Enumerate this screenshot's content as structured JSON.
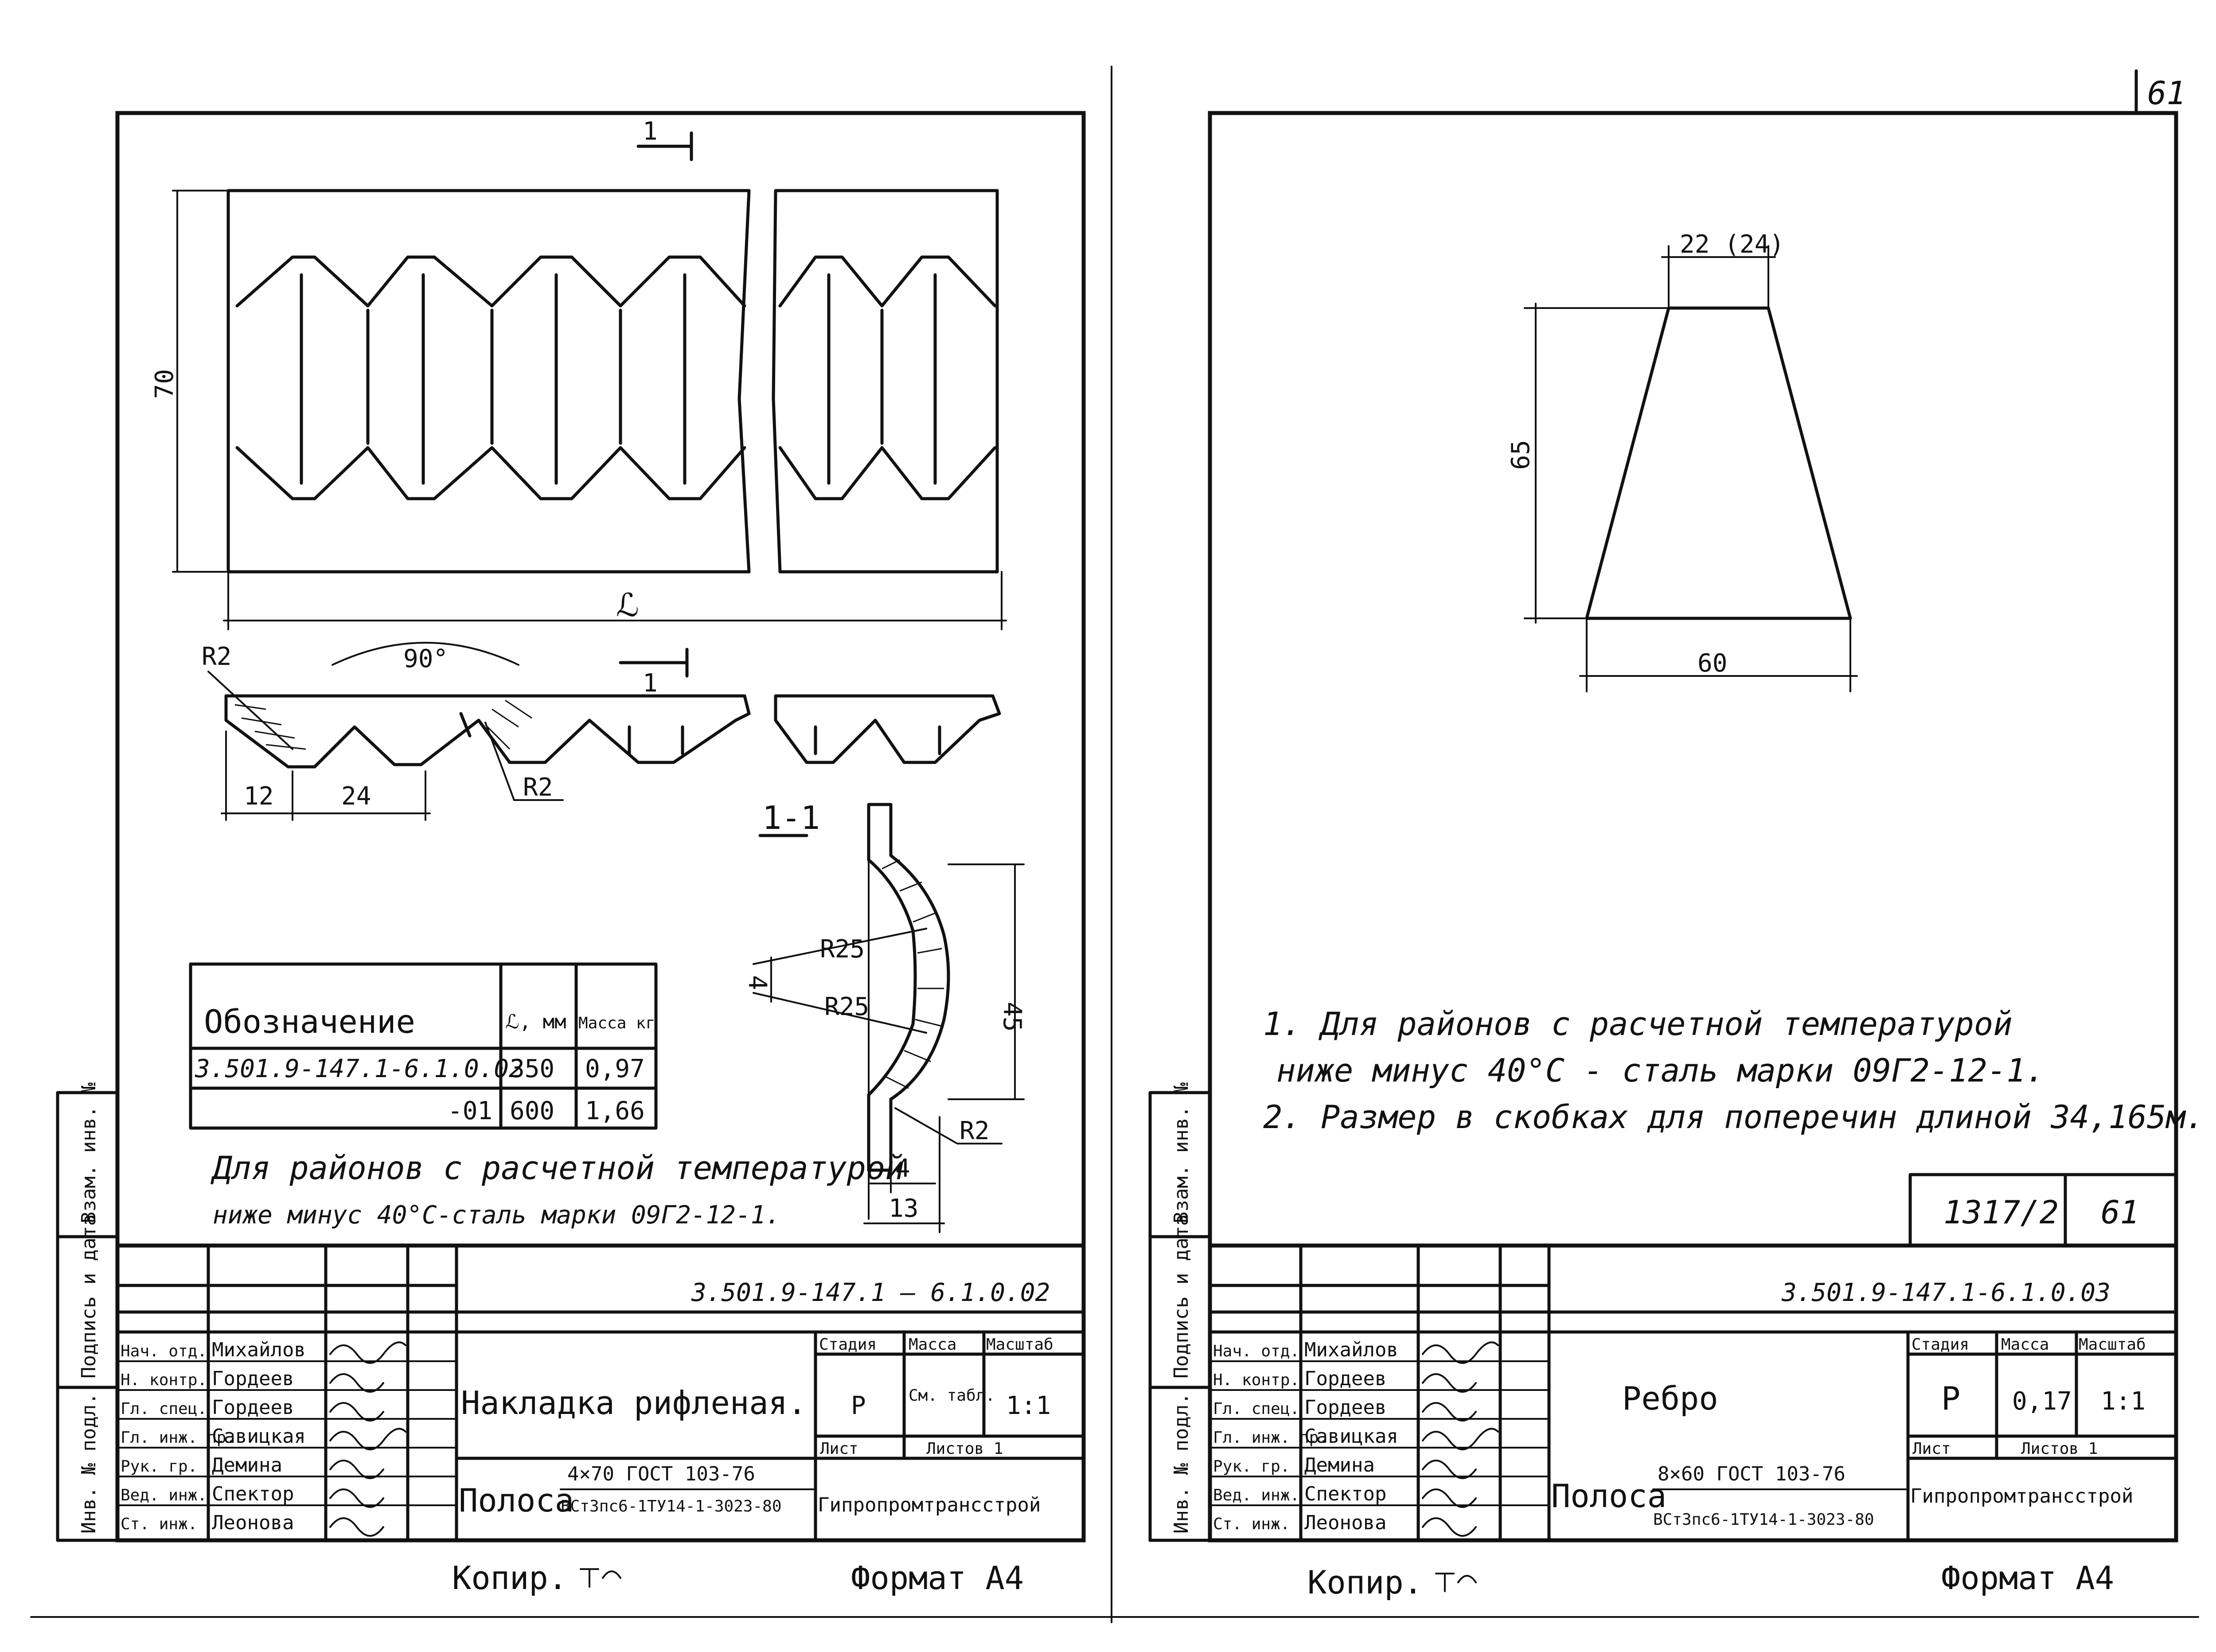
{
  "corner_page": "61",
  "left": {
    "top_section_marker": "1",
    "height_dim": "70",
    "length_dim": "ℒ",
    "angle": "90°",
    "radius_top_left": "R2",
    "radius_mid": "R2",
    "section_marker": "1",
    "dim_12": "12",
    "dim_24": "24",
    "section_title": "1-1",
    "r25_top": "R25",
    "r25_bottom": "R25",
    "dim_4_left": "4",
    "dim_45": "45",
    "r2_bottom": "R2",
    "dim_4": "4",
    "dim_13": "13",
    "spec_table": {
      "headers": [
        "Обозначение",
        "ℒ, мм",
        "Масса кг"
      ],
      "rows": [
        [
          "3.501.9-147.1-6.1.0.02",
          "350",
          "0,97"
        ],
        [
          "-01",
          "600",
          "1,66"
        ]
      ]
    },
    "note_line1": "Для районов с расчетной температурой",
    "note_line2": "ниже минус 40°С-сталь марки 09Г2-12-1.",
    "title_block": {
      "code": "3.501.9-147.1 — 6.1.0.02",
      "name": "Накладка рифленая.",
      "stage_header": "Стадия",
      "mass_header": "Масса",
      "scale_header": "Масштаб",
      "stage": "Р",
      "mass": "См. табл.",
      "scale": "1:1",
      "sheet_label": "Лист",
      "sheets_label": "Листов 1",
      "material_word": "Полоса",
      "material_top": "4×70 ГОСТ 103-76",
      "material_bottom": "ВСт3пс6-1ТУ14-1-3023-80",
      "org": "Гипропромтрансстрой",
      "roles": [
        "Нач. отд.",
        "Н. контр.",
        "Гл. спец.",
        "Гл. инж. пр.",
        "Рук. гр.",
        "Вед. инж.",
        "Ст. инж."
      ],
      "people": [
        "Михайлов",
        "Гордеев",
        "Гордеев",
        "Савицкая",
        "Демина",
        "Спектор",
        "Леонова"
      ]
    },
    "side_labels": [
      "Взам. инв. №",
      "Подпись и дата",
      "Инв. № подл."
    ],
    "copied": "Копир.",
    "format": "Формат А4"
  },
  "right": {
    "top_dim": "22 (24)",
    "height_dim": "65",
    "bottom_dim": "60",
    "note1": "1. Для районов с расчетной температурой",
    "note1b": "ниже минус 40°С - сталь марки 09Г2-12-1.",
    "note2": "2. Размер в скобках для поперечин длиной 34,165м.",
    "ref_num": "1317/2",
    "ref_sheet": "61",
    "title_block": {
      "code": "3.501.9-147.1-6.1.0.03",
      "name": "Ребро",
      "stage_header": "Стадия",
      "mass_header": "Масса",
      "scale_header": "Масштаб",
      "stage": "Р",
      "mass": "0,17",
      "scale": "1:1",
      "sheet_label": "Лист",
      "sheets_label": "Листов 1",
      "material_word": "Полоса",
      "material_top": "8×60 ГОСТ 103-76",
      "material_bottom": "ВСт3пс6-1ТУ14-1-3023-80",
      "org": "Гипропромтрансстрой",
      "roles": [
        "Нач. отд.",
        "Н. контр.",
        "Гл. спец.",
        "Гл. инж. пр.",
        "Рук. гр.",
        "Вед. инж.",
        "Ст. инж."
      ],
      "people": [
        "Михайлов",
        "Гордеев",
        "Гордеев",
        "Савицкая",
        "Демина",
        "Спектор",
        "Леонова"
      ]
    },
    "side_labels": [
      "Взам. инв. №",
      "Подпись и дата",
      "Инв. № подл."
    ],
    "copied": "Копир.",
    "format": "Формат А4"
  }
}
